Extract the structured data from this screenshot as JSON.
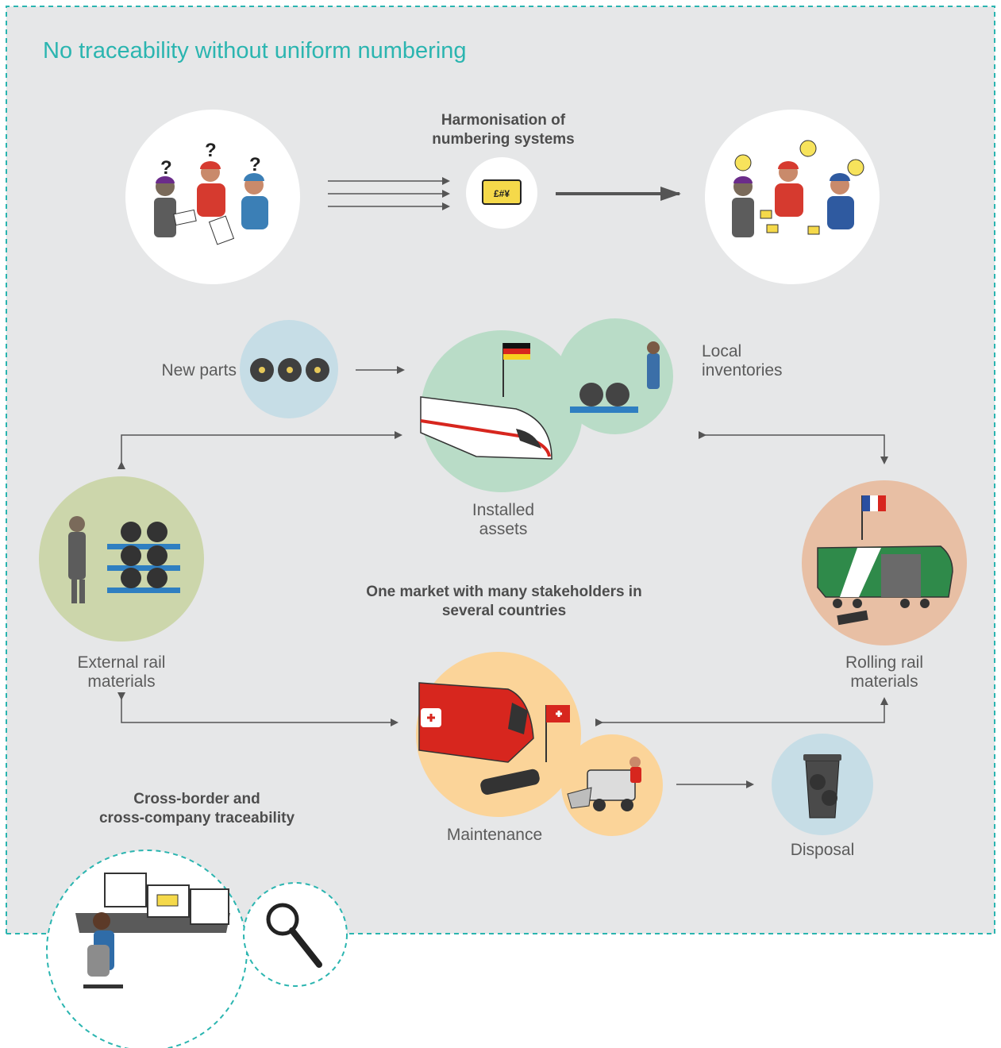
{
  "title": "No traceability without uniform numbering",
  "harmonisation": "Harmonisation of\nnumbering systems",
  "new_parts": "New parts",
  "local_inventories": "Local\ninventories",
  "installed_assets": "Installed\nassets",
  "one_market": "One market with many stakeholders in\nseveral countries",
  "external_rail": "External rail\nmaterials",
  "rolling_rail": "Rolling rail\nmaterials",
  "maintenance": "Maintenance",
  "disposal": "Disposal",
  "cross_border": "Cross-border and\ncross-company traceability",
  "colors": {
    "accent": "#2bb5b0",
    "panel": "#e6e7e8",
    "green_circle": "#b9dcc7",
    "blue_circle": "#c6dde6",
    "olive_circle": "#ccd6ab",
    "salmon_circle": "#e8bfa4",
    "orange_circle": "#fbd499"
  }
}
